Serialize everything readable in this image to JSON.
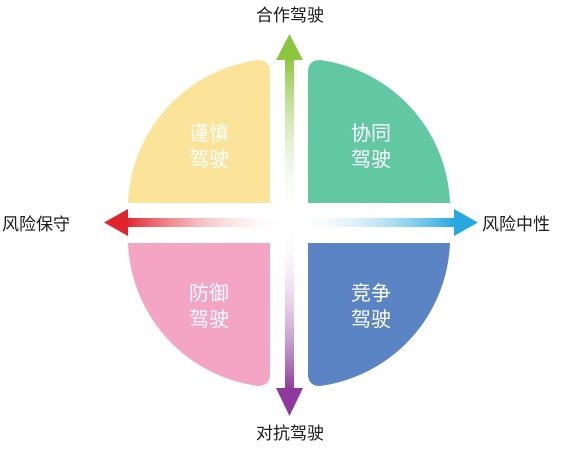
{
  "axes": {
    "top": "合作驾驶",
    "bottom": "对抗驾驶",
    "left": "风险保守",
    "right": "风险中性"
  },
  "quadrants": {
    "top_left": {
      "line1": "谨慎",
      "line2": "驾驶",
      "color": "#FBE49A"
    },
    "top_right": {
      "line1": "协同",
      "line2": "驾驶",
      "color": "#62C8A4"
    },
    "bottom_left": {
      "line1": "防御",
      "line2": "驾驶",
      "color": "#F4A5C4"
    },
    "bottom_right": {
      "line1": "竞争",
      "line2": "驾驶",
      "color": "#5B84C4"
    }
  },
  "arrow_colors": {
    "up": "#8CC63F",
    "down": "#8E3A9C",
    "left": "#E0242D",
    "right": "#27A8E0"
  }
}
